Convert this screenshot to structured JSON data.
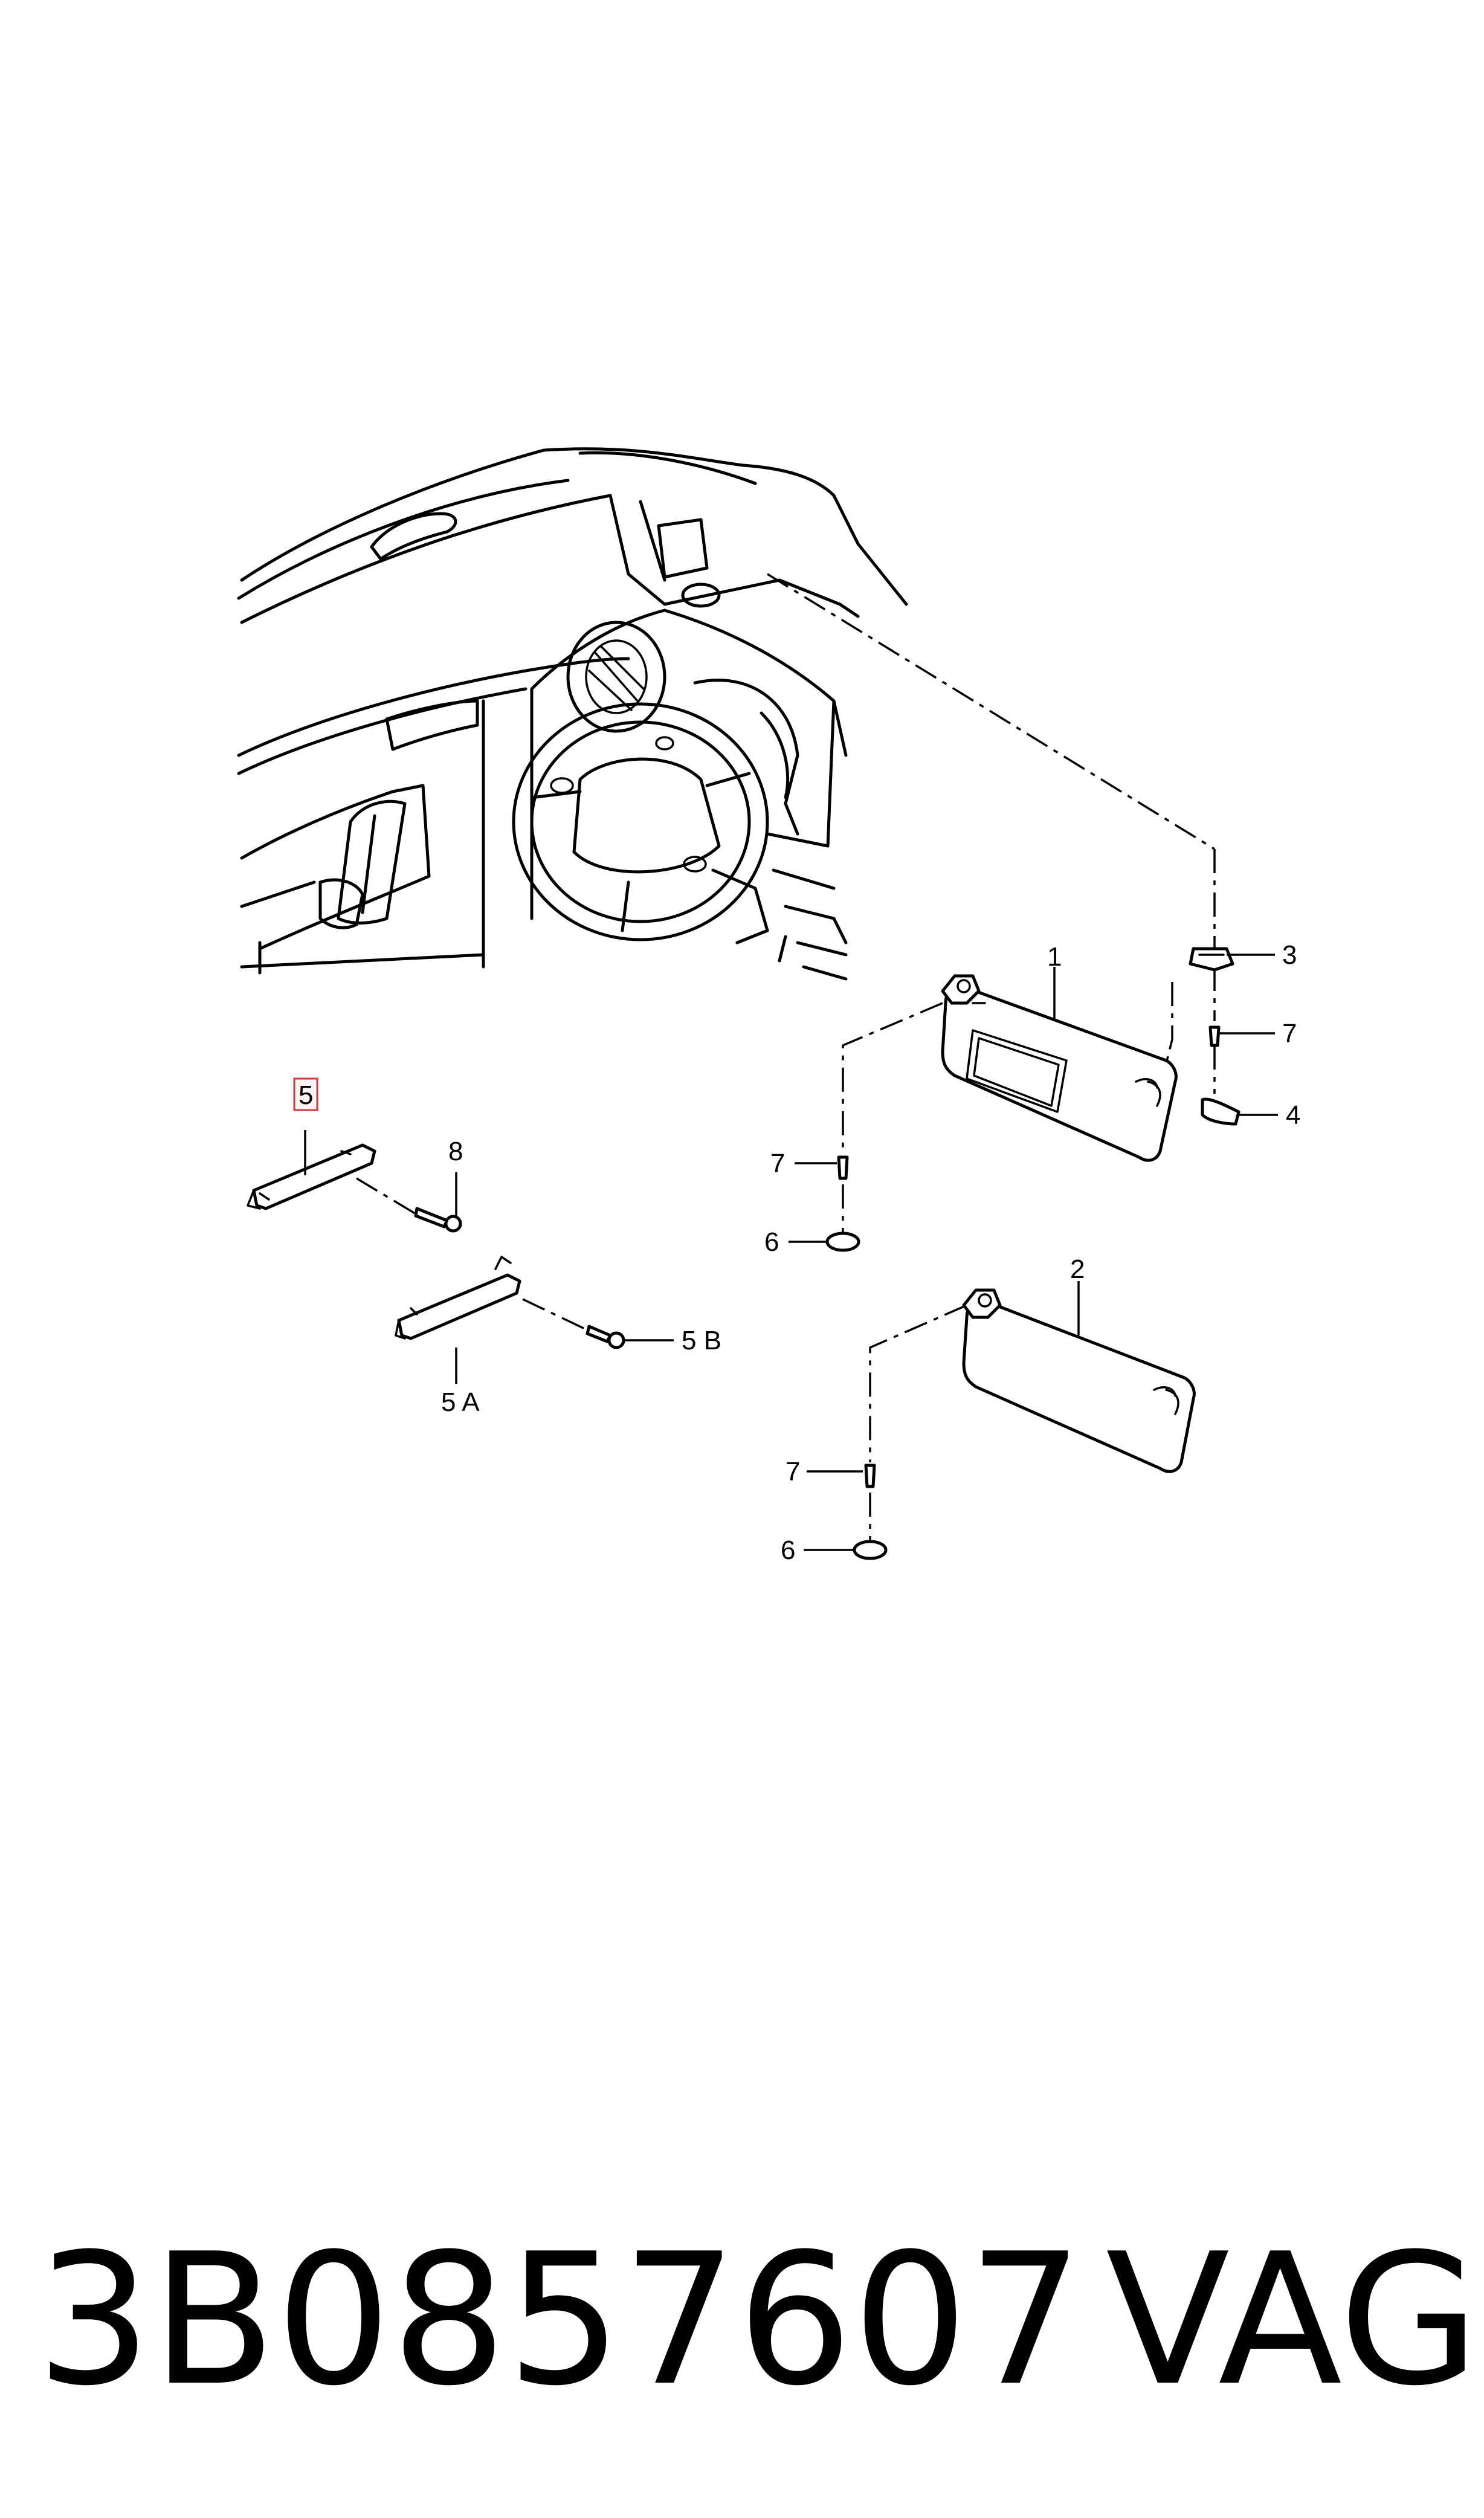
{
  "callouts": {
    "c1": "1",
    "c2": "2",
    "c3": "3",
    "c4": "4",
    "c5": "5",
    "c5a": "5 A",
    "c5b": "5 B",
    "c6a": "6",
    "c6b": "6",
    "c7a": "7",
    "c7b": "7",
    "c7c": "7",
    "c8": "8"
  },
  "footer": {
    "part_number": "3B0857607",
    "brand": "VAG"
  },
  "colors": {
    "line": "#000000",
    "highlight": "#d23a3a"
  }
}
